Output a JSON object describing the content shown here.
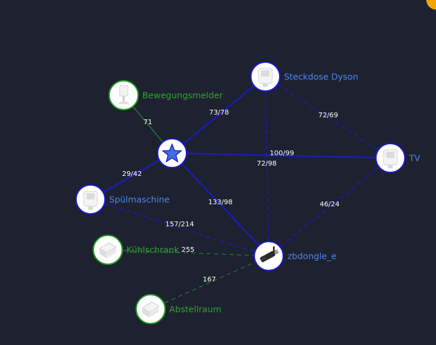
{
  "colors": {
    "background": "#1e2130",
    "router_border": "#1a1acc",
    "enddevice_border": "#1f9a1f",
    "router_label": "#4e86f0",
    "enddevice_label": "#2ea82e",
    "strong_link": "#1c1cb0",
    "weak_link": "#1f8a3a"
  },
  "nodes": [
    {
      "id": "coordinator",
      "label": "",
      "kind": "coordinator",
      "icon": "star-icon"
    },
    {
      "id": "dyson",
      "label": "Steckdose Dyson",
      "kind": "router",
      "icon": "smart-plug-icon"
    },
    {
      "id": "bewegung",
      "label": "Bewegungsmelder",
      "kind": "enddevice",
      "icon": "motion-sensor-icon"
    },
    {
      "id": "tv",
      "label": "TV",
      "kind": "router",
      "icon": "smart-plug-icon"
    },
    {
      "id": "spuel",
      "label": "Spülmaschine",
      "kind": "router",
      "icon": "smart-plug-icon"
    },
    {
      "id": "zb",
      "label": "zbdongle_e",
      "kind": "router",
      "icon": "usb-dongle-icon"
    },
    {
      "id": "kuehl",
      "label": "Kühlschrank",
      "kind": "enddevice",
      "icon": "door-sensor-icon"
    },
    {
      "id": "abstell",
      "label": "Abstellraum",
      "kind": "enddevice",
      "icon": "door-sensor-icon"
    }
  ],
  "links": [
    {
      "from": "coordinator",
      "to": "dyson",
      "label": "73/78",
      "style": "solid",
      "tone": "strong"
    },
    {
      "from": "coordinator",
      "to": "bewegung",
      "label": "71",
      "style": "solid",
      "tone": "weak"
    },
    {
      "from": "coordinator",
      "to": "tv",
      "label": "100/99",
      "style": "solid",
      "tone": "strong"
    },
    {
      "from": "coordinator",
      "to": "spuel",
      "label": "29/42",
      "style": "solid",
      "tone": "strong"
    },
    {
      "from": "coordinator",
      "to": "zb",
      "label": "133/98",
      "style": "solid",
      "tone": "strong"
    },
    {
      "from": "dyson",
      "to": "tv",
      "label": "72/69",
      "style": "dashed",
      "tone": "strong"
    },
    {
      "from": "dyson",
      "to": "zb",
      "label": "72/98",
      "style": "dashed",
      "tone": "strong"
    },
    {
      "from": "tv",
      "to": "zb",
      "label": "46/24",
      "style": "dashed",
      "tone": "strong"
    },
    {
      "from": "spuel",
      "to": "zb",
      "label": "157/214",
      "style": "dashed",
      "tone": "strong"
    },
    {
      "from": "kuehl",
      "to": "zb",
      "label": "255",
      "style": "dashed",
      "tone": "weak"
    },
    {
      "from": "abstell",
      "to": "zb",
      "label": "167",
      "style": "dashed",
      "tone": "weak"
    }
  ]
}
